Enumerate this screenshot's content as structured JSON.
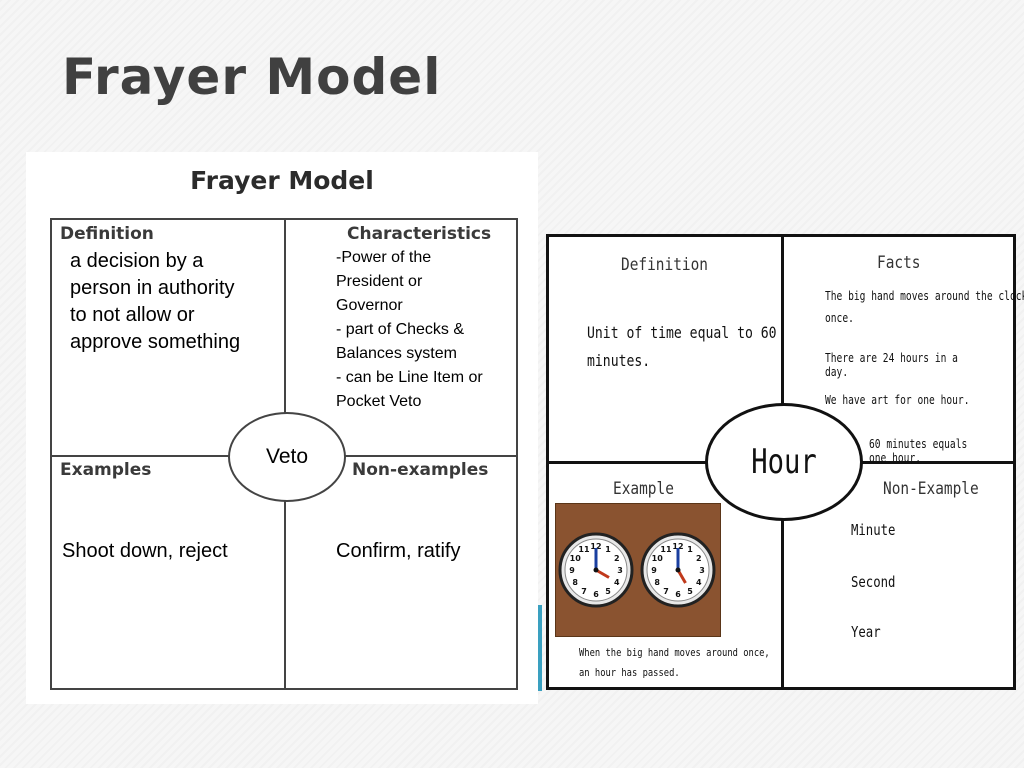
{
  "slide": {
    "title": "Frayer Model"
  },
  "left_model": {
    "heading": "Frayer Model",
    "definition_label": "Definition",
    "definition_text": "a decision by a\nperson in authority\nto not allow or\napprove something",
    "characteristics_label": "Characteristics",
    "characteristics_text": "-Power of the\nPresident or\nGovernor\n- part of Checks &\nBalances system\n- can be Line Item or\nPocket Veto",
    "examples_label": "Examples",
    "examples_text": "Shoot down, reject",
    "non_examples_label": "Non-examples",
    "non_examples_text": "Confirm, ratify",
    "center_word": "Veto"
  },
  "right_model": {
    "definition_label": "Definition",
    "definition_text": "Unit of time equal to 60\nminutes.",
    "facts_label": "Facts",
    "facts": [
      "The big hand moves around the clock\nonce.",
      "There are 24 hours in a day.",
      "We have art for one hour.",
      "60 minutes equals one hour."
    ],
    "example_label": "Example",
    "example_caption": "When the big hand moves around once,\nan hour has passed.",
    "non_example_label": "Non-Example",
    "non_examples": [
      "Minute",
      "Second",
      "Year"
    ],
    "center_word": "Hour",
    "clock_numbers": [
      "12",
      "1",
      "2",
      "3",
      "4",
      "5",
      "6",
      "7",
      "8",
      "9",
      "10",
      "11"
    ],
    "clocks": [
      {
        "hour": 4,
        "minute": 0
      },
      {
        "hour": 5,
        "minute": 0
      }
    ]
  },
  "colors": {
    "accent": "#3aa0c0",
    "clock_frame": "#8a5330",
    "title": "#404040"
  }
}
